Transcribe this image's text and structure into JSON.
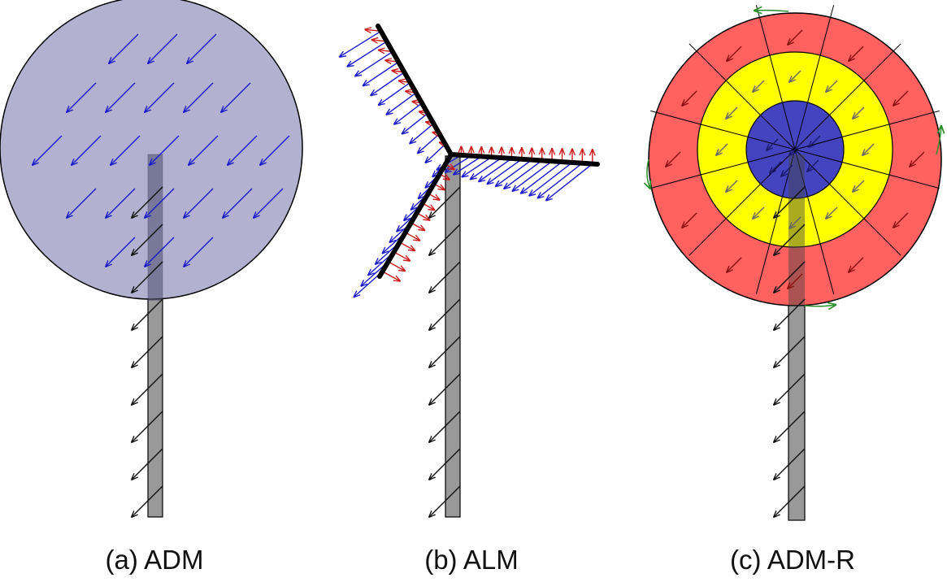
{
  "panels": [
    {
      "key": "adm",
      "caption": "(a) ADM"
    },
    {
      "key": "alm",
      "caption": "(b) ALM"
    },
    {
      "key": "admr",
      "caption": "(c) ADM-R"
    }
  ],
  "colors": {
    "disk": "#a4a4c8",
    "tower": "#999999",
    "arrow_blue": "#1a1acc",
    "arrow_red": "#cc1a1a",
    "arrow_black": "#111111",
    "arrow_green": "#2a8f2a",
    "ring_outer": "#ff6060",
    "ring_middle": "#ffff00",
    "ring_inner": "#4444c0",
    "blade": "#000000"
  }
}
